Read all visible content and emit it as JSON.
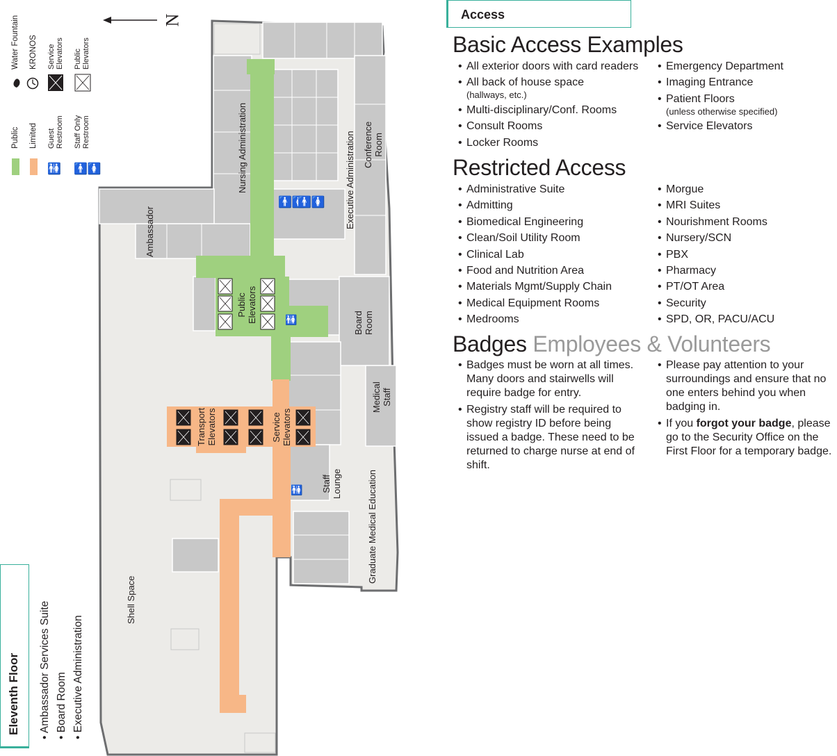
{
  "header": {
    "access_tab": "Access"
  },
  "compass": {
    "label": "N"
  },
  "legend": {
    "public": "Public",
    "limited": "Limited",
    "guest_restroom": [
      "Guest",
      "Restroom"
    ],
    "staff_restroom": [
      "Staff Only",
      "Restroom"
    ],
    "water_fountain": "Water Fountain",
    "kronos": "KRONOS",
    "service_elevators": [
      "Service",
      "Elevators"
    ],
    "public_elevators": [
      "Public",
      "Elevators"
    ],
    "colors": {
      "public": "#9fd07f",
      "limited": "#f7b787"
    }
  },
  "floor_info": {
    "title": "Eleventh Floor",
    "items": [
      "Ambassador Services Suite",
      "Board Room",
      "Executive Administration"
    ]
  },
  "map_labels": {
    "nursing_admin": "Nursing Administration",
    "exec_admin": "Executive Administration",
    "conference_room": [
      "Conference",
      "Room"
    ],
    "ambassador": "Ambassador",
    "public_elevators": [
      "Public",
      "Elevators"
    ],
    "board_room": [
      "Board",
      "Room"
    ],
    "medical_staff": [
      "Medical",
      "Staff"
    ],
    "transport_elevators": [
      "Transport",
      "Elevators"
    ],
    "service_elevators": [
      "Service",
      "Elevators"
    ],
    "staff_lounge": [
      "Staff",
      "Lounge"
    ],
    "grad_med_ed": "Graduate Medical Education",
    "shell_space": "Shell Space"
  },
  "basic_access": {
    "title": "Basic Access Examples",
    "col1": [
      {
        "text": "All exterior doors with card readers",
        "note": ""
      },
      {
        "text": "All back of house space",
        "note": "(hallways, etc.)"
      },
      {
        "text": "Multi-disciplinary/Conf. Rooms",
        "note": ""
      },
      {
        "text": "Consult Rooms",
        "note": ""
      },
      {
        "text": "Locker Rooms",
        "note": ""
      }
    ],
    "col2": [
      {
        "text": "Emergency Department",
        "note": ""
      },
      {
        "text": "Imaging Entrance",
        "note": ""
      },
      {
        "text": "Patient Floors",
        "note": "(unless otherwise specified)"
      },
      {
        "text": "Service Elevators",
        "note": ""
      }
    ]
  },
  "restricted_access": {
    "title": "Restricted Access",
    "col1": [
      "Administrative Suite",
      "Admitting",
      "Biomedical Engineering",
      "Clean/Soil Utility Room",
      "Clinical Lab",
      "Food and Nutrition Area",
      "Materials Mgmt/Supply Chain",
      "Medical Equipment Rooms",
      "Medrooms"
    ],
    "col2": [
      "Morgue",
      "MRI Suites",
      "Nourishment Rooms",
      "Nursery/SCN",
      "PBX",
      "Pharmacy",
      "PT/OT Area",
      "Security",
      "SPD, OR, PACU/ACU"
    ]
  },
  "badges": {
    "title": "Badges",
    "subtitle": "Employees & Volunteers",
    "col1": [
      "Badges must be worn at all times. Many doors and stairwells will require badge for entry.",
      "Registry staff will be required to show registry ID before being issued a badge. These need to be returned to charge nurse at end of shift."
    ],
    "col2_item1": "Please pay attention to your surroundings and ensure that no one enters behind you when badging in.",
    "col2_item2": {
      "pre": "If you ",
      "bold": "forgot your badge",
      "post": ", please go to the Security Office on the First Floor for a temporary badge."
    }
  }
}
